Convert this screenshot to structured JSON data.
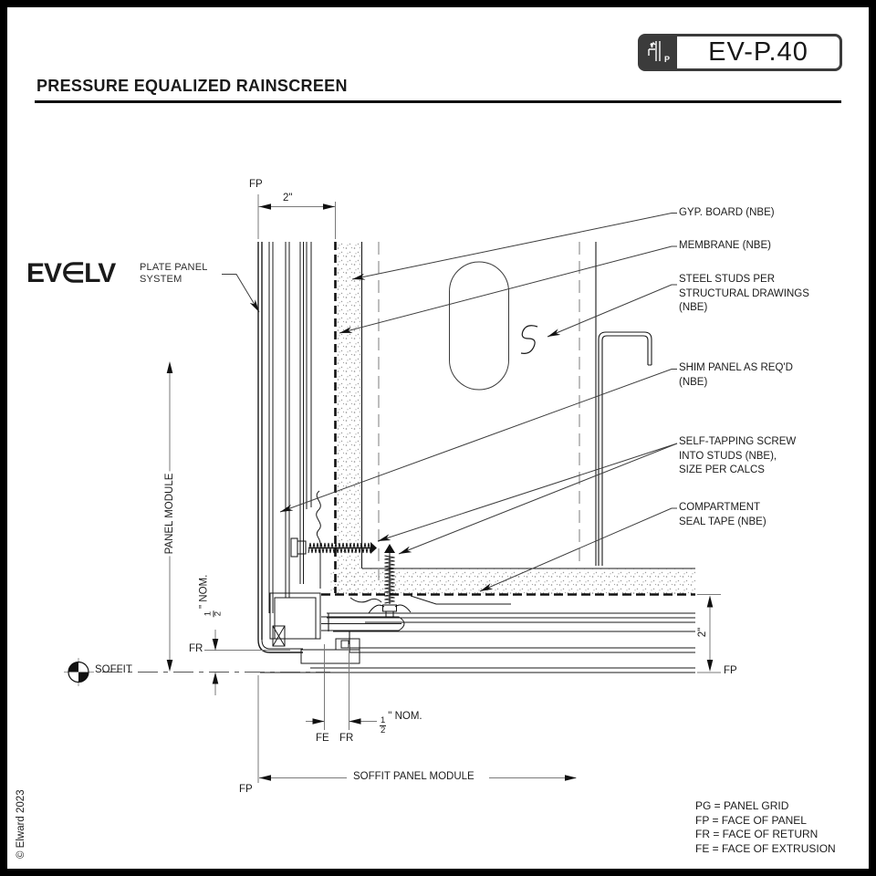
{
  "page": {
    "background": "#ffffff",
    "frame_color": "#000000",
    "line_color": "#1a1a1a",
    "dim_color": "#7a7a7a",
    "accent_hex": "#3b3b3b"
  },
  "header": {
    "title": "PRESSURE EQUALIZED RAINSCREEN",
    "badge_code": "EV-P.40",
    "badge_icon": "panel-detail-icon",
    "badge_icon_letter": "P"
  },
  "brand": {
    "wordmark": "EV∈LV",
    "tagline_line1": "PLATE PANEL",
    "tagline_line2": "SYSTEM"
  },
  "callouts": {
    "gyp": "GYP. BOARD (NBE)",
    "membrane": "MEMBRANE (NBE)",
    "studs": "STEEL STUDS PER\nSTRUCTURAL DRAWINGS\n(NBE)",
    "shim": "SHIM PANEL AS REQ'D\n(NBE)",
    "screw": "SELF-TAPPING SCREW\nINTO STUDS (NBE),\nSIZE PER CALCS",
    "seal": "COMPARTMENT\nSEAL TAPE (NBE)"
  },
  "dims": {
    "fp_top": "FP",
    "width_top": "2\"",
    "panel_module": "PANEL MODULE",
    "half": {
      "num": "1",
      "den": "2",
      "suffix": "\" NOM."
    },
    "fr_left": "FR",
    "soffit": "SOFFIT",
    "fe": "FE",
    "fr_bottom": "FR",
    "soffit_module": "SOFFIT PANEL MODULE",
    "fp_bottom": "FP",
    "height_right": "2\"",
    "fp_right": "FP"
  },
  "legend": {
    "lines": [
      "PG = PANEL GRID",
      "FP = FACE OF PANEL",
      "FR = FACE OF RETURN",
      "FE = FACE OF EXTRUSION"
    ]
  },
  "footer": {
    "copyright": "© Elward 2023"
  }
}
